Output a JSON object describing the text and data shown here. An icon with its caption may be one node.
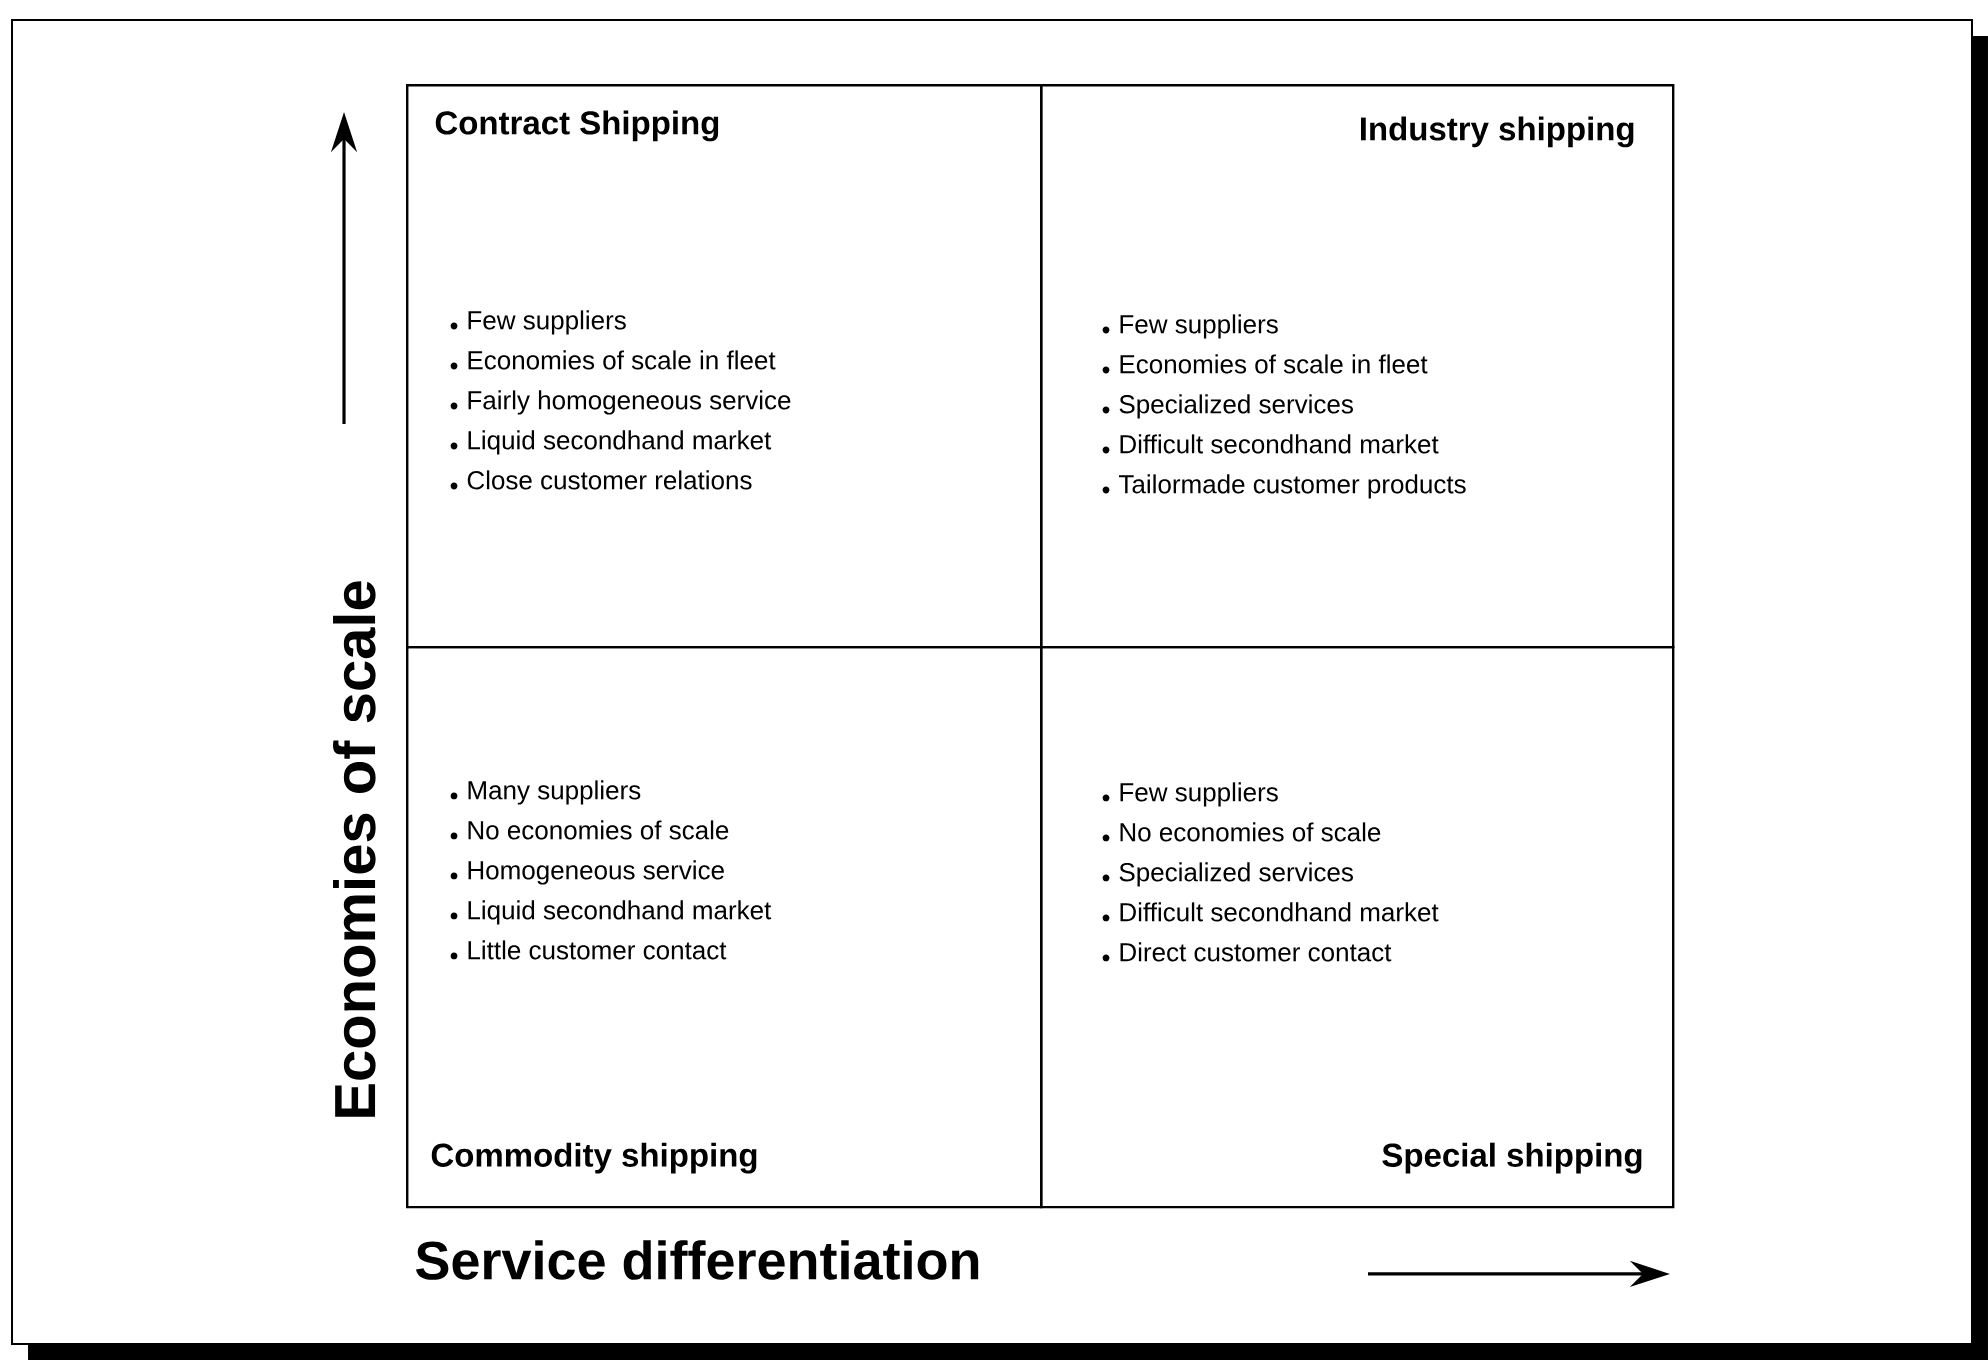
{
  "diagram": {
    "nodes": [
      {
        "text": [
          "Contract Shipping",
          "Few suppliers",
          "Economies of scale in fleet",
          "Fairly homogeneous service",
          "Liquid secondhand market",
          "Close customer relations"
        ]
      },
      {
        "text": [
          "Industry shipping",
          "Few suppliers",
          "Economies of scale in fleet",
          "Specialized services",
          "Difficult secondhand market",
          "Tailormade customer products"
        ]
      },
      {
        "text": [
          "Many suppliers",
          "No economies of scale",
          "Homogeneous service",
          "Liquid secondhand market",
          "Little customer contact",
          "Commodity shipping"
        ]
      },
      {
        "text": [
          "Few suppliers",
          "No economies of scale",
          "Specialized services",
          "Difficult secondhand market",
          "Direct customer contact",
          "Special shipping"
        ]
      }
    ],
    "labels": [
      "Economies of scale",
      "Service differentiation"
    ]
  }
}
